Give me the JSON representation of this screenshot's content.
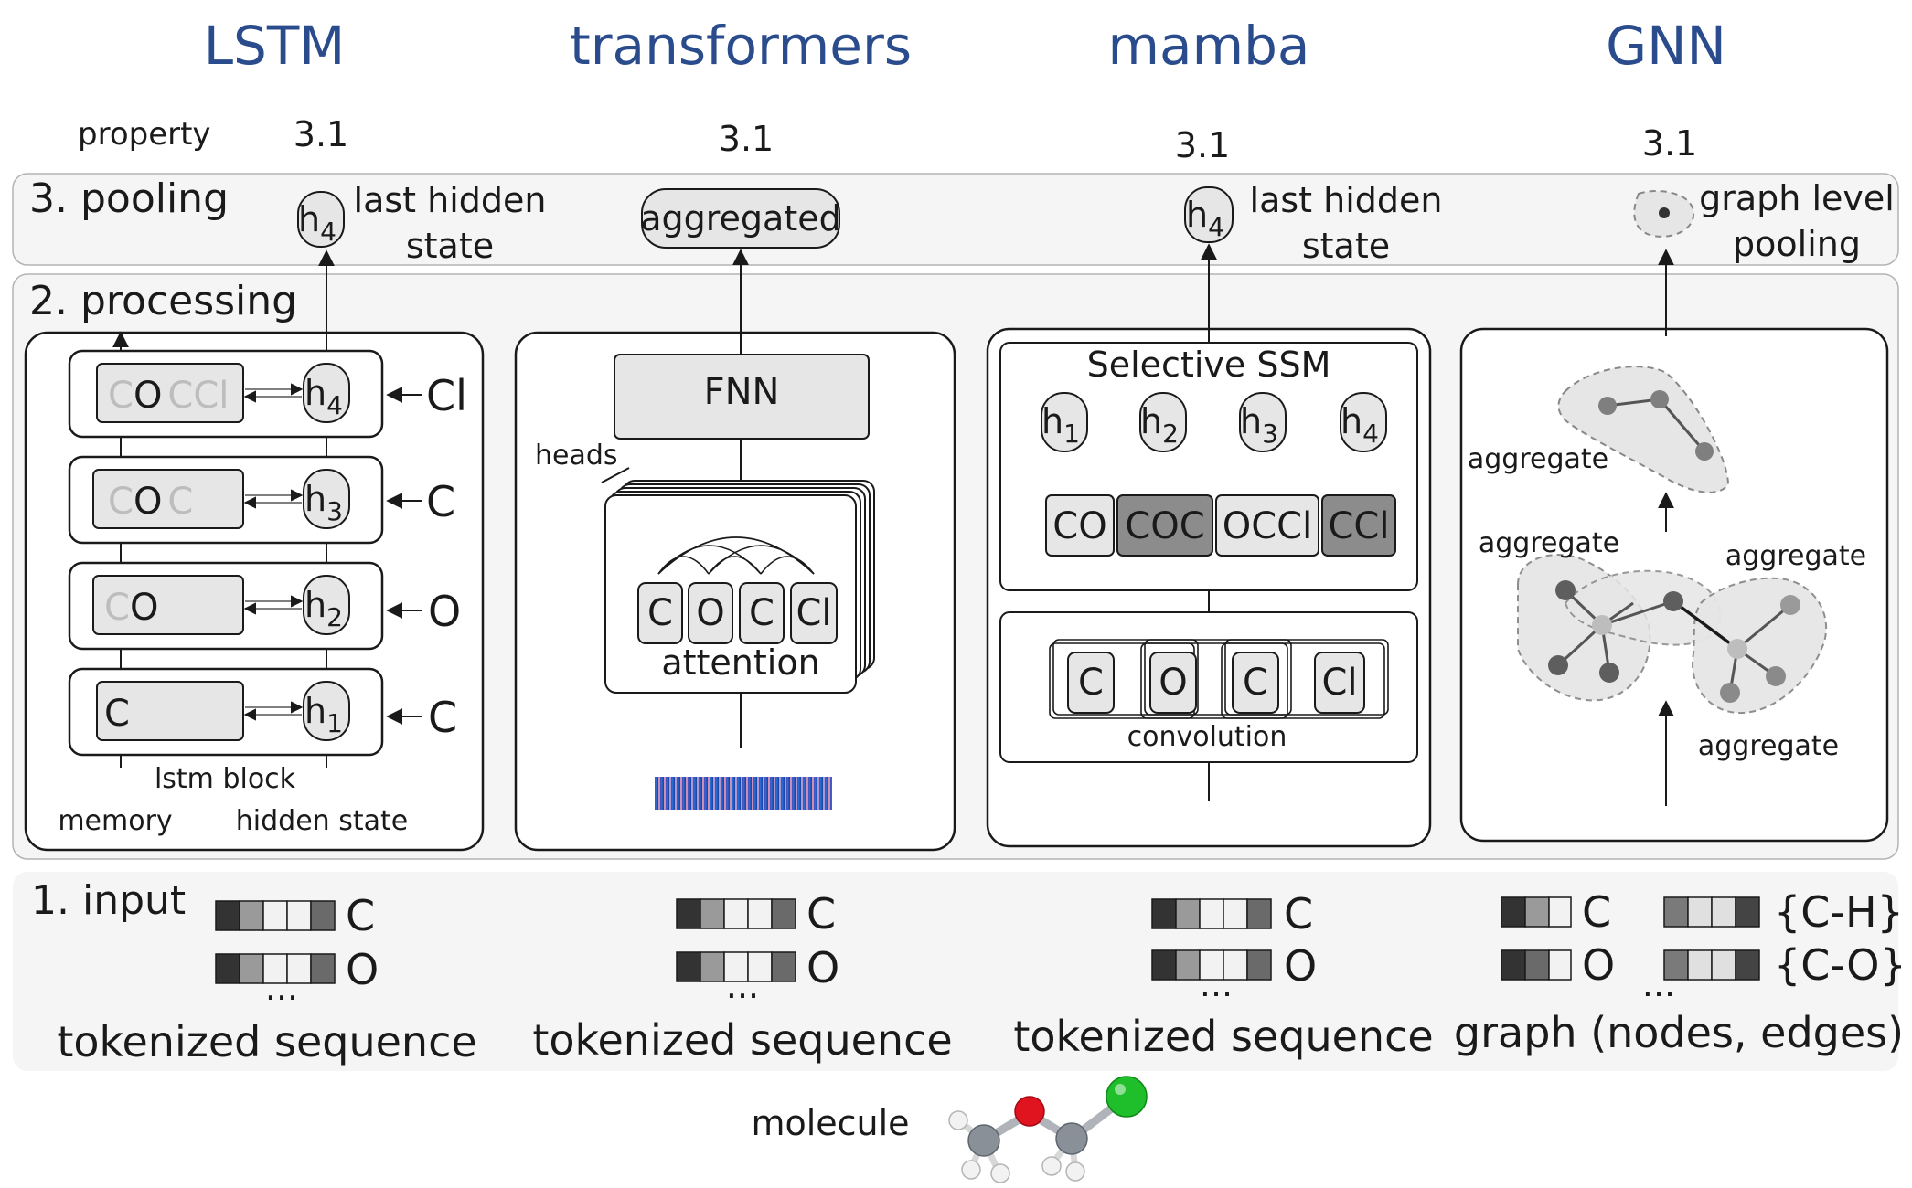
{
  "models": {
    "lstm": "LSTM",
    "transformers": "transformers",
    "mamba": "mamba",
    "gnn": "GNN"
  },
  "property": {
    "label": "property",
    "lstm_value": "3.1",
    "transformers_value": "3.1",
    "mamba_value": "3.1",
    "gnn_value": "3.1"
  },
  "stages": {
    "pooling": "3. pooling",
    "processing": "2. processing",
    "input": "1. input"
  },
  "pooling": {
    "lstm_node": "h",
    "lstm_node_sub": "4",
    "lstm_label_1": "last hidden",
    "lstm_label_2": "state",
    "transformers_node": "aggregated",
    "mamba_node": "h",
    "mamba_node_sub": "4",
    "mamba_label_1": "last hidden",
    "mamba_label_2": "state",
    "gnn_label_1": "graph level",
    "gnn_label_2": "pooling"
  },
  "lstm": {
    "cells": [
      {
        "memory_faded": "C",
        "memory_dark": "O",
        "memory_faded2": "C",
        "memory_faded3": "Cl",
        "hidden": "h",
        "hidden_sub": "4",
        "token": "Cl"
      },
      {
        "memory_faded": "C",
        "memory_dark": "O",
        "memory_faded2": "C",
        "hidden": "h",
        "hidden_sub": "3",
        "token": "C"
      },
      {
        "memory_faded": "C",
        "memory_dark": "O",
        "hidden": "h",
        "hidden_sub": "2",
        "token": "O"
      },
      {
        "memory_dark": "C",
        "hidden": "h",
        "hidden_sub": "1",
        "token": "C"
      }
    ],
    "block_label": "lstm block",
    "memory_label": "memory",
    "hidden_label": "hidden state"
  },
  "transformer": {
    "fnn": "FNN",
    "heads": "heads",
    "tokens": [
      "C",
      "O",
      "C",
      "Cl"
    ],
    "attention": "attention"
  },
  "mamba": {
    "ssm_title": "Selective SSM",
    "hidden": [
      {
        "h": "h",
        "sub": "1"
      },
      {
        "h": "h",
        "sub": "2"
      },
      {
        "h": "h",
        "sub": "3"
      },
      {
        "h": "h",
        "sub": "4"
      }
    ],
    "states": [
      "CO",
      "COC",
      "OCCl",
      "CCl"
    ],
    "conv_tokens": [
      "C",
      "O",
      "C",
      "Cl"
    ],
    "convolution": "convolution"
  },
  "gnn": {
    "aggregate_top": "aggregate",
    "aggregate_left": "aggregate",
    "aggregate_right": "aggregate",
    "aggregate_bottom": "aggregate"
  },
  "input": {
    "seq_tokens": [
      "C",
      "O"
    ],
    "ellipsis": "...",
    "seq_caption": "tokenized sequence",
    "gnn_nodes": [
      "C",
      "O"
    ],
    "gnn_edges": [
      "{C-H}",
      "{C-O}"
    ],
    "gnn_caption": "graph (nodes, edges)"
  },
  "molecule": {
    "label": "molecule"
  },
  "colors": {
    "title_blue": "#2a4c8c",
    "panel_fill": "#f5f5f5",
    "cell_fill": "#e6e6e6",
    "dark_state": "#8c8c8c",
    "oxygen": "#e0141e",
    "chlorine": "#1fbf2b",
    "carbon": "#8a9098",
    "hydrogen": "#f2f2f2"
  }
}
